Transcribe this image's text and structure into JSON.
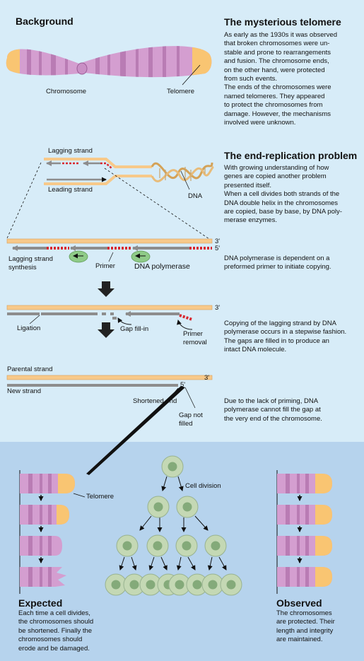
{
  "background": {
    "title": "Background",
    "chromosome_label": "Chromosome",
    "telomere_label": "Telomere"
  },
  "telomere_section": {
    "title": "The mysterious telomere",
    "text": "As early as the 1930s it was observed\nthat broken chromosomes were un-\nstable and prone to rearrangements\nand fusion. The chromosome ends,\non the other hand, were protected\nfrom such events.\n   The ends of the chromosomes were\nnamed telomeres. They appeared\nto protect the chromosomes from\ndamage. However, the mechanisms\ninvolved were unknown."
  },
  "replication_section": {
    "title": "The end-replication problem",
    "text": "With growing understanding of how\ngenes are copied another problem\npresented itself.\n   When a cell divides both strands of the\nDNA double helix in the chromosomes\nare copied, base by base, by DNA poly-\nmerase enzymes."
  },
  "fork": {
    "lagging_label": "Lagging strand",
    "leading_label": "Leading strand",
    "dna_label": "DNA"
  },
  "step1": {
    "end3": "3'",
    "end5": "5'",
    "lagging_synthesis_label": "Lagging strand\nsynthesis",
    "primer_label": "Primer",
    "polymerase_label": "DNA polymerase",
    "caption": "DNA polymerase is dependent on a\npreformed primer to initiate copying."
  },
  "step2": {
    "end3": "3'",
    "ligation_label": "Ligation",
    "gap_fill_label": "Gap fill-in",
    "primer_removal_label": "Primer\nremoval",
    "caption": "Copying of the lagging strand by DNA\npolymerase occurs in a stepwise fashion.\nThe gaps are filled in to produce an\nintact DNA molecule."
  },
  "step3": {
    "parental_label": "Parental strand",
    "new_strand_label": "New strand",
    "end3": "3'",
    "end5": "5'",
    "shortened_label": "Shortened end",
    "gap_label": "Gap not\nfilled",
    "caption": "Due to the lack of priming, DNA\npolymerase cannot fill the gap at\nthe very end of the chromosome."
  },
  "cells": {
    "division_label": "Cell division"
  },
  "expected": {
    "telomere_label": "Telomere",
    "title": "Expected",
    "text": "Each time a cell divides,\nthe chromosomes should\nbe shortened. Finally the\nchromosomes should\nerode and be damaged."
  },
  "observed": {
    "title": "Observed",
    "text": "The chromosomes\nare protected. Their\nlength and integrity\nare maintained."
  },
  "colors": {
    "chromosome_pink": "#d49ed0",
    "chromosome_stripe": "#b97cb4",
    "telomere_yellow": "#f9c572",
    "strand_orange": "#f7c98a",
    "strand_gray": "#8d8d8d",
    "primer_red": "#d8282f",
    "polymerase_green": "#8fcb88",
    "cell_fill": "#c4d8b4",
    "cell_nucleus": "#84aa7a"
  }
}
